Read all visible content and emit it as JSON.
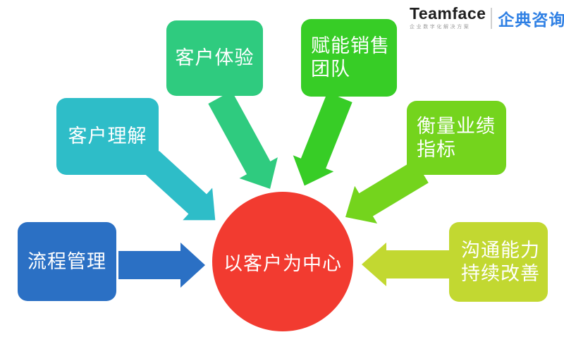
{
  "logo": {
    "brand": "Teamface",
    "tagline": "企业数字化解决方案",
    "suffix": "企典咨询",
    "brand_color": "#1f1f1f",
    "suffix_color": "#2F80E4",
    "divider_color": "#d0d0d0"
  },
  "center": {
    "label": "以客户为中心",
    "color": "#F23B30"
  },
  "nodes": [
    {
      "id": "process-management",
      "label": "流程管理",
      "color": "#2B70C4"
    },
    {
      "id": "customer-understanding",
      "label": "客户理解",
      "color": "#2EBDC8"
    },
    {
      "id": "customer-experience",
      "label": "客户体验",
      "color": "#2FCB7F"
    },
    {
      "id": "empower-sales-team",
      "label": "赋能销售\n团队",
      "color": "#37CD26"
    },
    {
      "id": "performance-metrics",
      "label": "衡量业绩\n指标",
      "color": "#74D41D"
    },
    {
      "id": "communication-improvement",
      "label": "沟通能力\n持续改善",
      "color": "#C2D831"
    }
  ]
}
